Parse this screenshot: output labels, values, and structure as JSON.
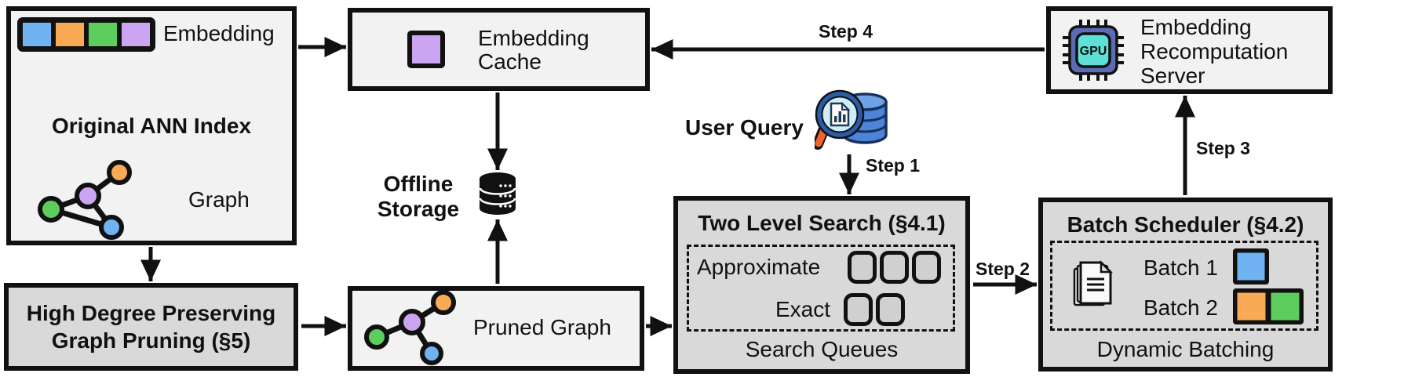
{
  "colors": {
    "blue": "#6FB3F2",
    "orange": "#F8AB54",
    "green": "#5DCE5D",
    "purple": "#CBA5F1",
    "box_light": "#F2F2F2",
    "box_gray": "#D9D9D9",
    "queue_fill": "#D0D0D0"
  },
  "ann": {
    "title": "Original ANN Index",
    "embedding_label": "Embedding",
    "graph_label": "Graph"
  },
  "pruning": {
    "line1": "High Degree Preserving",
    "line2": "Graph Pruning (§5)"
  },
  "cache": {
    "line1": "Embedding",
    "line2": "Cache"
  },
  "storage": {
    "line1": "Offline",
    "line2": "Storage"
  },
  "pruned": {
    "label": "Pruned Graph"
  },
  "query": {
    "label": "User Query"
  },
  "search": {
    "title": "Two Level Search (§4.1)",
    "row1": "Approximate",
    "row2": "Exact",
    "footer": "Search Queues"
  },
  "batch": {
    "title": "Batch Scheduler (§4.2)",
    "batch1": "Batch 1",
    "batch2": "Batch 2",
    "footer": "Dynamic Batching"
  },
  "server": {
    "line1": "Embedding",
    "line2": "Recomputation",
    "line3": "Server"
  },
  "steps": {
    "step1": "Step 1",
    "step2": "Step 2",
    "step3": "Step 3",
    "step4": "Step 4"
  },
  "icons": {
    "gpu_label": "GPU"
  }
}
